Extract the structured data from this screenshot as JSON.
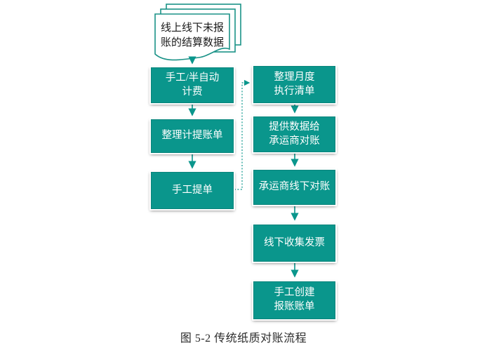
{
  "figure": {
    "caption": "图 5-2 传统纸质对账流程"
  },
  "colors": {
    "node_fill": "#0a968c",
    "node_border": "#0a857c",
    "node_text": "#ffffff",
    "connector": "#0a968c",
    "document_fill": "#ffffff",
    "document_border": "#1a9287",
    "caption_text": "#2b2b2b",
    "background": "#ffffff"
  },
  "flowchart": {
    "source_document": {
      "label": "线上线下未报\n账的结算数据"
    },
    "left_column": [
      {
        "label": "手工/半自动\n计费"
      },
      {
        "label": "整理计提账单"
      },
      {
        "label": "手工提单"
      }
    ],
    "right_column": [
      {
        "label": "整理月度\n执行清单"
      },
      {
        "label": "提供数据给\n承运商对账"
      },
      {
        "label": "承运商线下对账"
      },
      {
        "label": "线下收集发票"
      },
      {
        "label": "手工创建\n报账账单"
      }
    ],
    "connections": [
      {
        "from": "source-document",
        "to": "manual-semiauto-billing",
        "style": "solid"
      },
      {
        "from": "manual-semiauto-billing",
        "to": "organize-accrual-bill",
        "style": "solid"
      },
      {
        "from": "organize-accrual-bill",
        "to": "manual-order",
        "style": "solid"
      },
      {
        "from": "manual-order",
        "to": "organize-monthly-list",
        "style": "dashed"
      },
      {
        "from": "organize-monthly-list",
        "to": "provide-data-to-carrier",
        "style": "solid"
      },
      {
        "from": "provide-data-to-carrier",
        "to": "carrier-offline-reconciliation",
        "style": "solid"
      },
      {
        "from": "carrier-offline-reconciliation",
        "to": "offline-collect-invoices",
        "style": "solid"
      },
      {
        "from": "offline-collect-invoices",
        "to": "manual-create-expense-bill",
        "style": "solid"
      }
    ]
  }
}
